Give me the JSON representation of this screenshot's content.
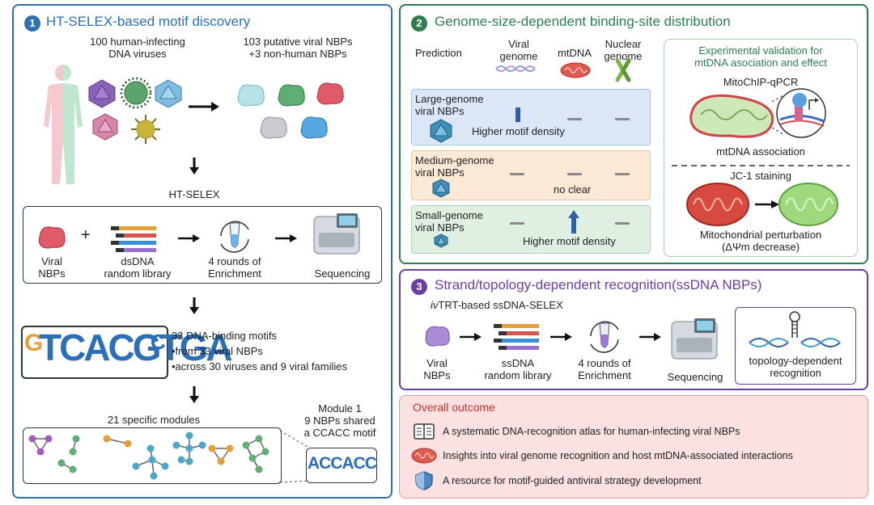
{
  "panel1": {
    "number": "1",
    "title": "HT-SELEX-based motif discovery",
    "viruses_label": "100 human-infecting\nDNA viruses",
    "nbps_label": "103 putative viral NBPs\n+3 non-human NBPs",
    "htselex_label": "HT-SELEX",
    "workflow": {
      "viral_nbps": "Viral\nNBPs",
      "plus": "+",
      "library": "dsDNA\nrandom library",
      "enrichment": "4 rounds of\nEnrichment",
      "sequencing": "Sequencing"
    },
    "motifs_line1": "33 DNA-binding motifs",
    "motifs_line2": "•from 33 viral NBPs",
    "motifs_line3": "•across 30 viruses and 9 viral families",
    "modules_label": "21 specific modules",
    "module1_label": "Module 1\n9 NBPs shared\na CCACC motif",
    "logo_main": "TCACGTGA",
    "logo_left": "G",
    "logo_right": "C",
    "module_logo": "ACCACC"
  },
  "panel2": {
    "number": "2",
    "title": "Genome-size-dependent binding-site distribution",
    "prediction": "Prediction",
    "col_viral": "Viral\ngenome",
    "col_mtdna": "mtDNA",
    "col_nuclear": "Nuclear\ngenome",
    "row_large": "Large-genome\nviral NBPs",
    "row_large_note": "Higher motif density",
    "row_medium": "Medium-genome\nviral NBPs",
    "row_medium_note": "no clear",
    "row_small": "Small-genome\nviral NBPs",
    "row_small_note": "Higher motif density",
    "validation_title": "Experimental validation for\nmtDNA asociation and effect",
    "mitochip": "MitoChIP-qPCR",
    "mtdna_assoc": "mtDNA association",
    "jc1": "JC-1 staining",
    "perturbation": "Mitochondrial perturbation\n(ΔΨm decrease)"
  },
  "panel3": {
    "number": "3",
    "title": "Strand/topology-dependent recognition(ssDNA NBPs)",
    "subtitle_italic": "iv",
    "subtitle_rest": "TRT-based ssDNA-SELEX",
    "viral_nbps": "Viral\nNBPs",
    "library": "ssDNA\nrandom library",
    "enrichment": "4 rounds of\nEnrichment",
    "sequencing": "Sequencing",
    "topology": "topology-dependent\nrecognition"
  },
  "outcome": {
    "title": "Overall outcome",
    "items": [
      "A systematic DNA-recognition atlas for human-infecting viral NBPs",
      "Insights into viral genome recognition and host mtDNA-associated interactions",
      "A resource for motif-guided antiviral strategy development"
    ]
  },
  "colors": {
    "panel1": "#2f6fb0",
    "panel2": "#2e7d4f",
    "panel3": "#6b3fa0",
    "outcome": "#d9534f"
  }
}
